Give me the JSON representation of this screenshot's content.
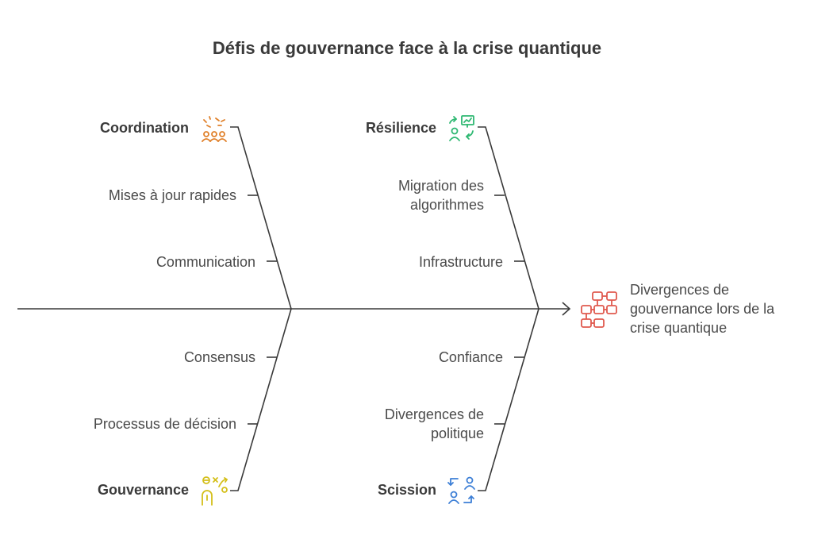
{
  "title": "Défis de gouvernance face à la crise quantique",
  "effect": "Divergences de gouvernance lors de la crise quantique",
  "categories": {
    "coordination": {
      "label": "Coordination",
      "icon": "team-spark-icon",
      "color": "#e0802a",
      "causes": [
        "Mises à jour rapides",
        "Communication"
      ]
    },
    "resilience": {
      "label": "Résilience",
      "icon": "monitor-refresh-icon",
      "color": "#2eb872",
      "causes": [
        "Migration des algorithmes",
        "Infrastructure"
      ]
    },
    "gouvernance": {
      "label": "Gouvernance",
      "icon": "strategy-person-icon",
      "color": "#d4bf1a",
      "causes": [
        "Consensus",
        "Processus de décision"
      ]
    },
    "scission": {
      "label": "Scission",
      "icon": "users-swap-icon",
      "color": "#3d7fd6",
      "causes": [
        "Confiance",
        "Divergences de politique"
      ]
    }
  },
  "effect_icon": {
    "name": "network-blocks-icon",
    "color": "#e05a4f"
  },
  "line_color": "#3a3a3a"
}
